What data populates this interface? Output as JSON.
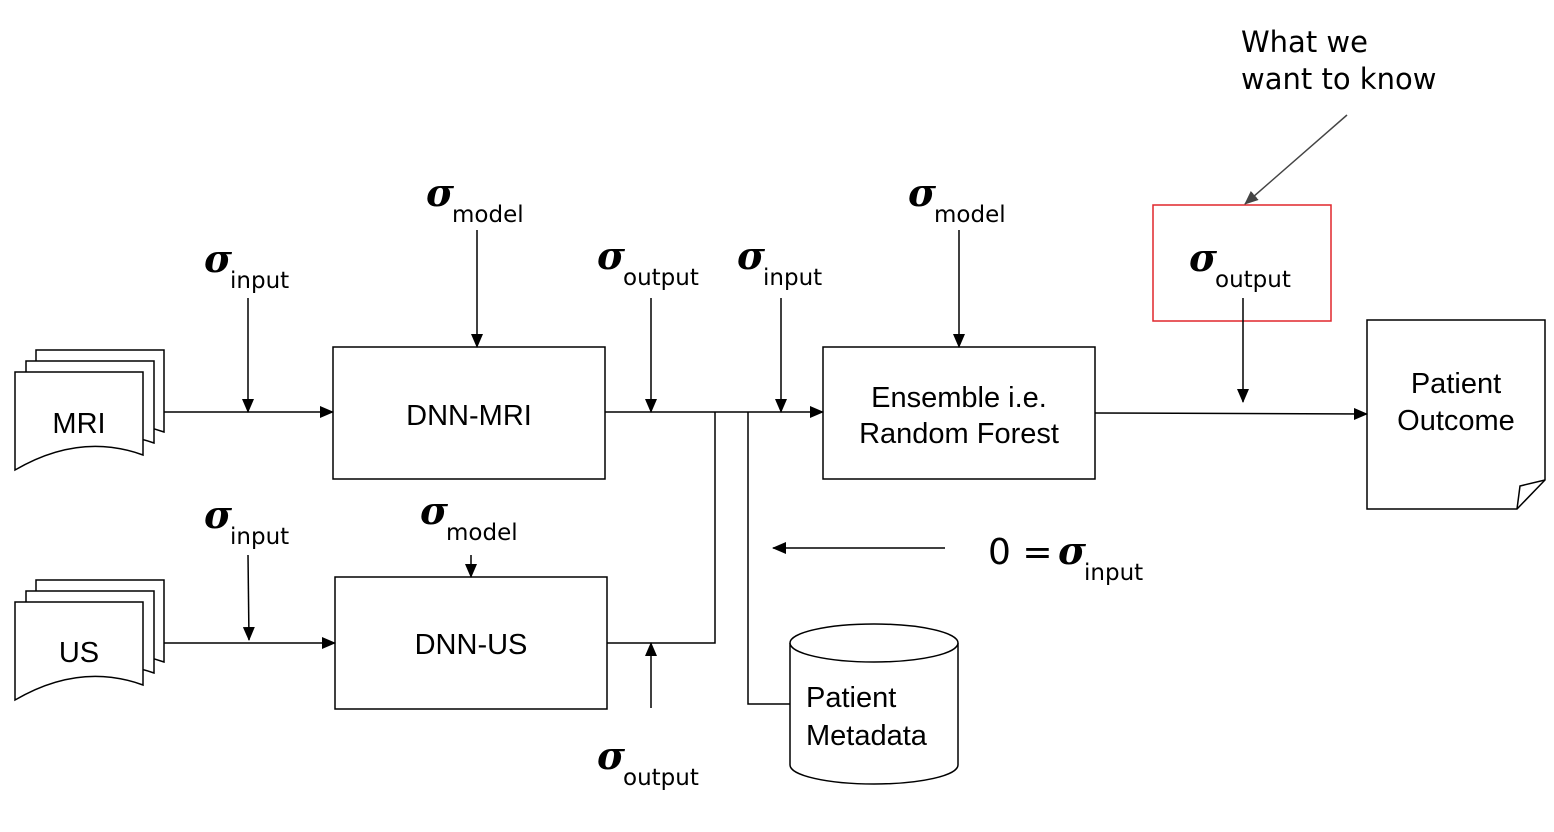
{
  "nodes": {
    "mri_input": "MRI",
    "us_input": "US",
    "dnn_mri": "DNN-MRI",
    "dnn_us": "DNN-US",
    "ensemble_line1": "Ensemble i.e.",
    "ensemble_line2": "Random Forest",
    "metadata_line1": "Patient",
    "metadata_line2": "Metadata",
    "outcome_line1": "Patient",
    "outcome_line2": "Outcome"
  },
  "uncertainty_labels": {
    "symbol": "σ",
    "input_sub": "input",
    "model_sub": "model",
    "output_sub": "output",
    "metadata_equation_prefix": "0 ="
  },
  "annotation": {
    "line1": "What we",
    "line2": "want to know"
  },
  "colors": {
    "line": "#000000",
    "highlight": "#e0262c",
    "annotation_arrow": "#444444",
    "background": "#ffffff"
  }
}
